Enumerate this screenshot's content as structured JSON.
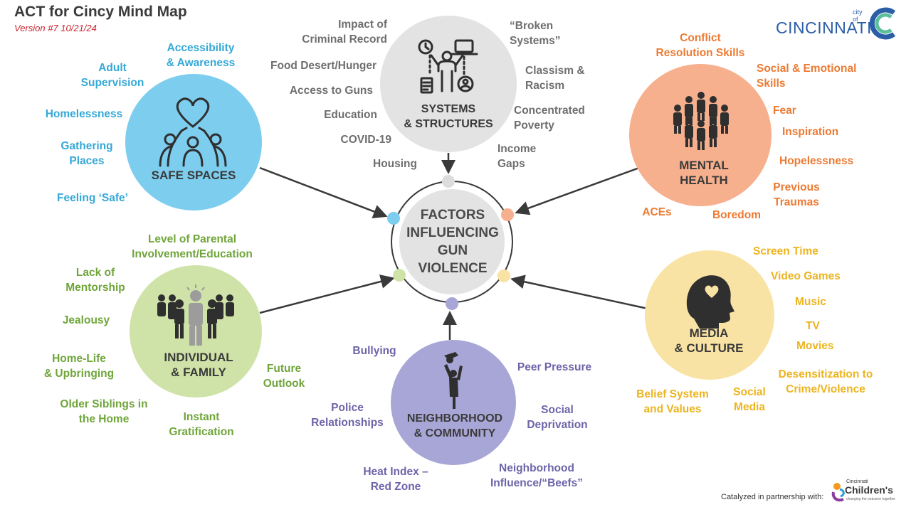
{
  "header": {
    "title": "ACT for Cincy Mind Map",
    "version": "Version #7 10/21/24"
  },
  "logos": {
    "city_small": "city of",
    "city_name": "CINCINNATI",
    "partner_small": "Cincinnati",
    "partner_name": "Children's",
    "partner_tagline": "changing the outcome together"
  },
  "footer": {
    "partnership": "Catalyzed in partnership with:"
  },
  "center": {
    "label": "FACTORS\nINFLUENCING\nGUN\nVIOLENCE"
  },
  "categories": {
    "safe_spaces": {
      "label": "SAFE SPACES",
      "color": "#7dcdef",
      "icon": "hands-heart-icon",
      "factors": [
        "Accessibility\n& Awareness",
        "Adult\nSupervision",
        "Homelessness",
        "Gathering\nPlaces",
        "Feeling ‘Safe’"
      ]
    },
    "systems": {
      "label": "SYSTEMS\n& STRUCTURES",
      "color": "#e3e3e3",
      "icon": "systems-person-icon",
      "factors": [
        "Impact of\nCriminal Record",
        "Food Desert/Hunger",
        "Access to Guns",
        "Education",
        "COVID-19",
        "Housing",
        "“Broken\nSystems”",
        "Classism &\nRacism",
        "Concentrated\nPoverty",
        "Income\nGaps"
      ]
    },
    "mental_health": {
      "label": "MENTAL\nHEALTH",
      "color": "#f7b08d",
      "icon": "people-group-icon",
      "factors": [
        "Conflict\nResolution Skills",
        "Social & Emotional\nSkills",
        "Fear",
        "Inspiration",
        "Hopelessness",
        "Previous\nTraumas",
        "ACEs",
        "Boredom"
      ]
    },
    "individual_family": {
      "label": "INDIVIDUAL\n& FAMILY",
      "color": "#cfe3a8",
      "icon": "family-group-icon",
      "factors": [
        "Level of Parental\nInvolvement/Education",
        "Lack of\nMentorship",
        "Jealousy",
        "Home-Life\n& Upbringing",
        "Older Siblings in\nthe Home",
        "Instant\nGratification",
        "Future\nOutlook"
      ]
    },
    "neighborhood": {
      "label": "NEIGHBORHOOD\n& COMMUNITY",
      "color": "#a8a6d6",
      "icon": "parent-child-icon",
      "factors": [
        "Bullying",
        "Peer Pressure",
        "Police\nRelationships",
        "Social\nDeprivation",
        "Heat Index –\nRed Zone",
        "Neighborhood\nInfluence/“Beefs”"
      ]
    },
    "media_culture": {
      "label": "MEDIA\n& CULTURE",
      "color": "#f9e3a4",
      "icon": "head-heart-icon",
      "factors": [
        "Screen Time",
        "Video Games",
        "Music",
        "TV",
        "Movies",
        "Desensitization to\nCrime/Violence",
        "Belief System\nand Values",
        "Social\nMedia"
      ]
    }
  }
}
